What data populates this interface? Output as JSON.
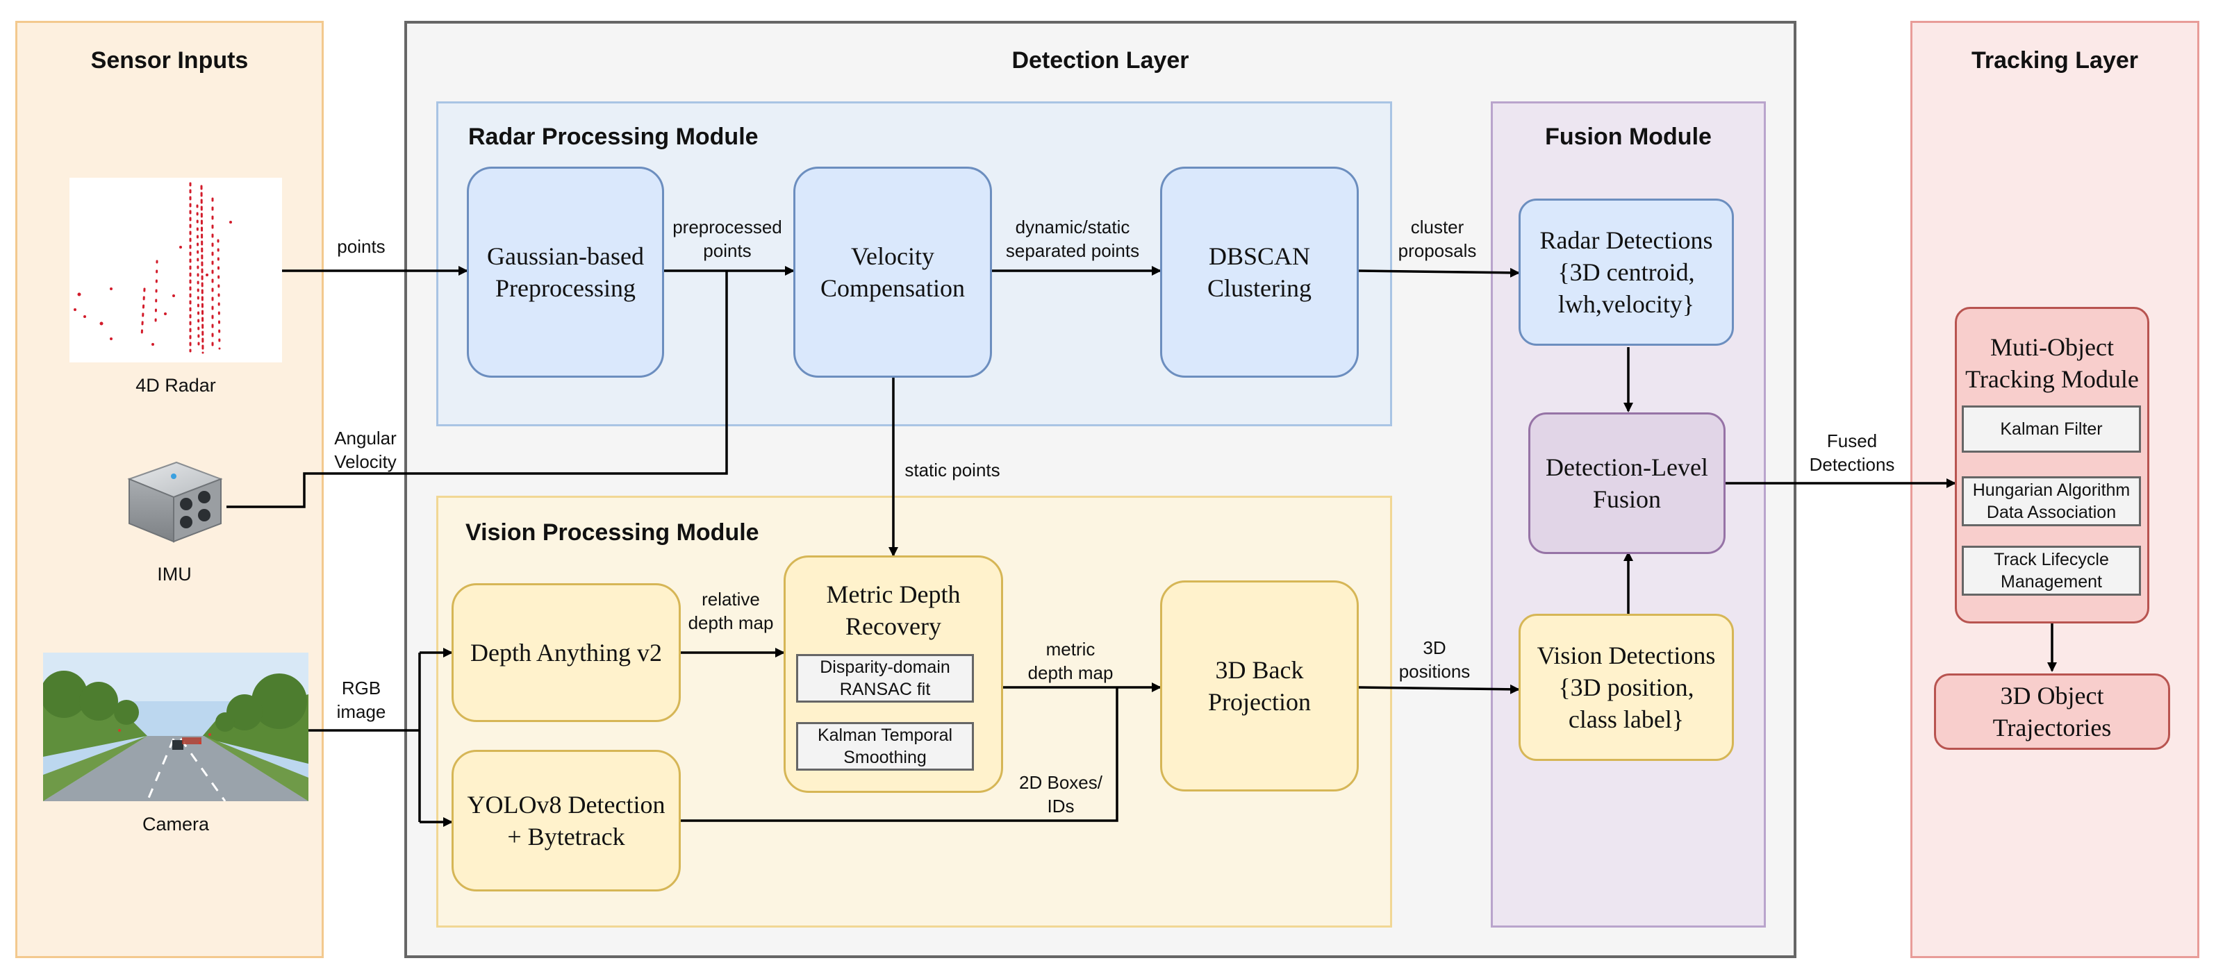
{
  "colors": {
    "sensor_panel_bg": "#fdf0df",
    "sensor_panel_border": "#f3c98e",
    "detection_panel_bg": "#f5f5f5",
    "detection_panel_border": "#666666",
    "radar_module_bg": "#e9f0f8",
    "radar_module_border": "#a9c4e4",
    "vision_module_bg": "#fcf5e2",
    "vision_module_border": "#f1d794",
    "fusion_module_bg": "#ede6f1",
    "fusion_module_border": "#b9a4cc",
    "tracking_panel_bg": "#fbe9e8",
    "tracking_panel_border": "#e89c98"
  },
  "sensor_inputs": {
    "title": "Sensor Inputs",
    "radar_caption": "4D Radar",
    "imu_caption": "IMU",
    "camera_caption": "Camera"
  },
  "detection_layer": {
    "title": "Detection Layer",
    "radar_module": {
      "title": "Radar Processing Module",
      "preprocessing": [
        "Gaussian-based",
        "Preprocessing"
      ],
      "velocity_compensation": [
        "Velocity",
        "Compensation"
      ],
      "dbscan": [
        "DBSCAN",
        "Clustering"
      ]
    },
    "vision_module": {
      "title": "Vision Processing Module",
      "depth_anything": [
        "Depth Anything v2"
      ],
      "yolo": [
        "YOLOv8 Detection",
        "+ Bytetrack"
      ],
      "metric_depth": {
        "title": [
          "Metric Depth",
          "Recovery"
        ],
        "ransac": [
          "Disparity-domain",
          "RANSAC fit"
        ],
        "kalman": [
          "Kalman Temporal",
          "Smoothing"
        ]
      },
      "back_projection": [
        "3D Back",
        "Projection"
      ]
    }
  },
  "fusion_module": {
    "title": "Fusion Module",
    "radar_detections": [
      "Radar Detections",
      "{3D centroid,",
      "lwh,velocity}"
    ],
    "fusion": [
      "Detection-Level",
      "Fusion"
    ],
    "vision_detections": [
      "Vision Detections",
      "{3D position,",
      "class label}"
    ]
  },
  "tracking_layer": {
    "title": "Tracking Layer",
    "mot": {
      "title": [
        "Muti-Object",
        "Tracking Module"
      ],
      "kalman": [
        "Kalman Filter"
      ],
      "hungarian": [
        "Hungarian Algorithm",
        "Data Association"
      ],
      "lifecycle": [
        "Track Lifecycle",
        "Management"
      ]
    },
    "trajectories": [
      "3D Object",
      "Trajectories"
    ]
  },
  "edge_labels": {
    "points": [
      "points"
    ],
    "preprocessed_points": [
      "preprocessed",
      "points"
    ],
    "dynamic_static": [
      "dynamic/static",
      "separated points"
    ],
    "cluster_proposals": [
      "cluster",
      "proposals"
    ],
    "angular_velocity": [
      "Angular",
      "Velocity"
    ],
    "static_points": [
      "static points"
    ],
    "relative_depth": [
      "relative",
      "depth map"
    ],
    "metric_depth": [
      "metric",
      "depth map"
    ],
    "rgb_image": [
      "RGB",
      "image"
    ],
    "boxes_ids": [
      "2D Boxes/",
      "IDs"
    ],
    "positions_3d": [
      "3D",
      "positions"
    ],
    "fused_detections": [
      "Fused",
      "Detections"
    ]
  }
}
